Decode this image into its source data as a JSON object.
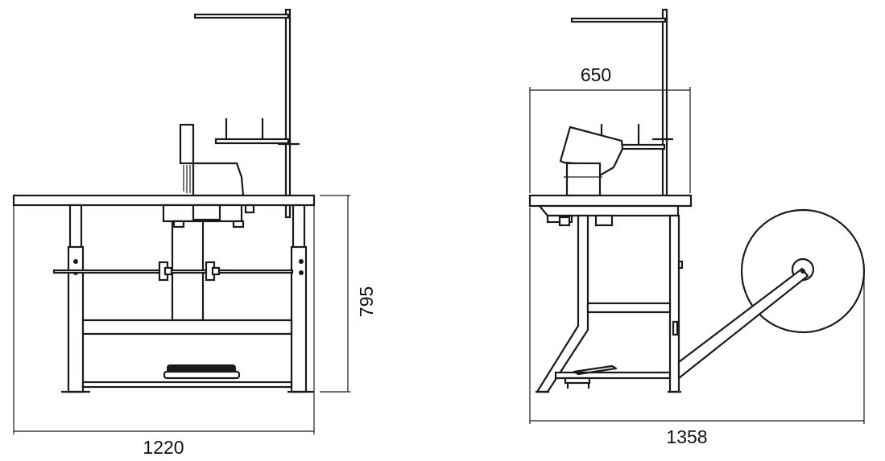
{
  "front_view": {
    "width_dimension": "1220",
    "height_dimension": "795"
  },
  "side_view": {
    "depth_dimension": "650",
    "overall_length_dimension": "1358"
  },
  "colors": {
    "line": "#1a1a1a",
    "background": "#ffffff"
  }
}
